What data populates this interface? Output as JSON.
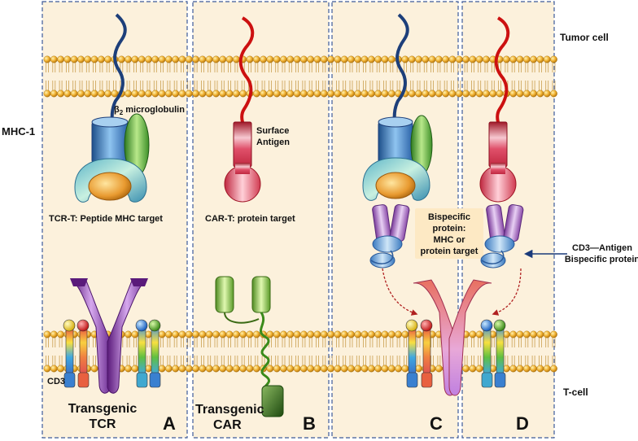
{
  "labels": {
    "tumor_cell": "Tumor cell",
    "t_cell": "T-cell",
    "mhc1": "MHC-1",
    "b2m_beta": "β",
    "b2m_sub": "2",
    "b2m_rest": " microglobulin",
    "surface_antigen_1": "Surface",
    "surface_antigen_2": "Antigen",
    "tcrt_target": "TCR-T: Peptide MHC target",
    "cart_target": "CAR-T: protein target",
    "cd3": "CD3",
    "transgenic_tcr_1": "Transgenic",
    "transgenic_tcr_2": "TCR",
    "transgenic_car_1": "Transgenic",
    "transgenic_car_2": "CAR",
    "bispecific_1": "Bispecific",
    "bispecific_2": "protein:",
    "bispecific_3": "MHC or",
    "bispecific_4": "protein target",
    "cd3_antigen_1": "CD3—Antigen",
    "cd3_antigen_2": "Bispecific protein"
  },
  "panels": [
    "A",
    "B",
    "C",
    "D"
  ],
  "colors": {
    "panel_fill": "#fcf1dc",
    "panel_border": "#3d5a99",
    "lipid_head": "#e8a82a",
    "mhc_blue": "#4a86c8",
    "b2m_green": "#4ea53a",
    "antigen_red": "#d23a4a",
    "tcr_purple": "#8a3aa8",
    "car_green": "#8cc63a",
    "bispecific_box": "#fde9c4"
  }
}
